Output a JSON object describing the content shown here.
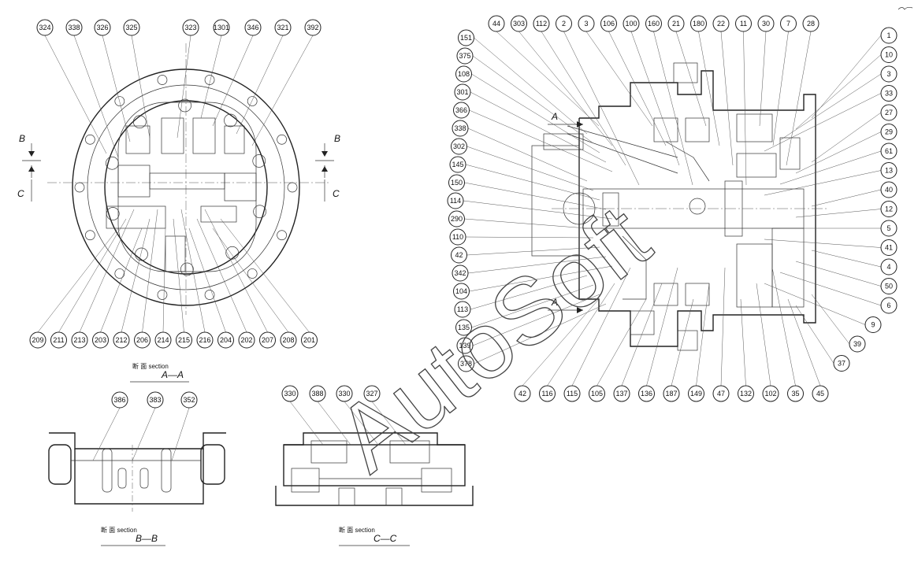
{
  "watermark": "AutoSoft",
  "section_aa": {
    "caption_small": "断 面\nsection",
    "caption": "A—A",
    "top_labels": [
      "324",
      "338",
      "326",
      "325",
      "323",
      "1301",
      "346",
      "321",
      "392"
    ],
    "bottom_labels": [
      "209",
      "211",
      "213",
      "203",
      "212",
      "206",
      "214",
      "215",
      "216",
      "204",
      "202",
      "207",
      "208",
      "201"
    ],
    "mark_b_top": "B",
    "mark_c_left": "C",
    "mark_b_right": "B",
    "mark_c_right": "C"
  },
  "section_bb": {
    "caption_small": "断 面\nsection",
    "caption": "B—B",
    "labels": [
      "386",
      "383",
      "352"
    ]
  },
  "section_cc": {
    "caption_small": "断 面\nsection",
    "caption": "C—C",
    "labels": [
      "330",
      "388",
      "330",
      "327"
    ]
  },
  "main_view": {
    "top_labels": [
      "44",
      "303",
      "112",
      "2",
      "3",
      "106",
      "100",
      "160",
      "21",
      "180",
      "22",
      "11",
      "30",
      "7",
      "28"
    ],
    "left_labels": [
      "151",
      "375",
      "108",
      "301",
      "366",
      "338",
      "302",
      "145",
      "150",
      "114",
      "290",
      "110",
      "42",
      "342",
      "104",
      "113",
      "135",
      "139",
      "378"
    ],
    "bottom_labels": [
      "42",
      "116",
      "115",
      "105",
      "137",
      "136",
      "187",
      "149",
      "47",
      "132",
      "102",
      "35",
      "45"
    ],
    "right_labels": [
      "1",
      "10",
      "3",
      "33",
      "27",
      "29",
      "61",
      "13",
      "40",
      "12",
      "5",
      "41",
      "4",
      "50",
      "6",
      "9",
      "39",
      "37"
    ],
    "arrow_a_top": "A",
    "arrow_a_bottom": "A"
  }
}
